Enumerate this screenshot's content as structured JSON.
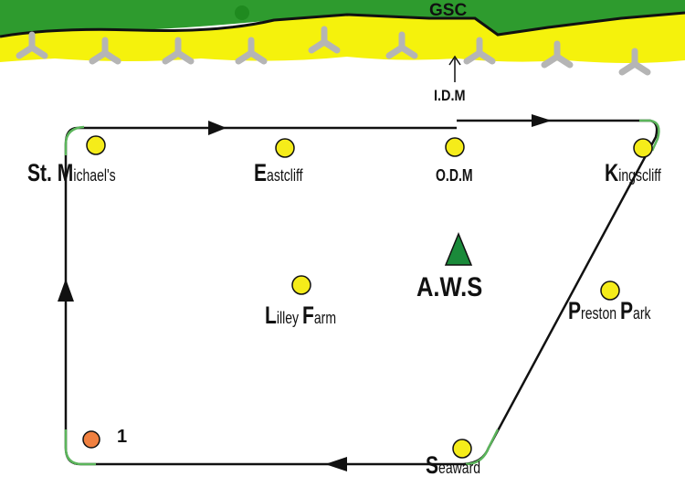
{
  "map": {
    "edge_label": "GSC",
    "colors": {
      "ground": "#2e9b2e",
      "beach": "#f5f20c",
      "circuit": "#111111",
      "corner_highlight": "#5bb55b",
      "waypoint": "#f5ec1a",
      "start_marker": "#f08040",
      "aws_marker": "#1a8a3a",
      "turbine": "#b5b5b5"
    },
    "markers": {
      "start": {
        "label": "1"
      },
      "aws": {
        "label": "A.W.S"
      },
      "idm": {
        "label": "I.D.M"
      }
    },
    "waypoints": [
      {
        "name": "St. Michael's",
        "parts": [
          [
            "St. ",
            "big"
          ],
          [
            "M",
            "big"
          ],
          [
            "ichael's",
            "small"
          ]
        ]
      },
      {
        "name": "Eastcliff",
        "parts": [
          [
            "E",
            "big"
          ],
          [
            "astcliff",
            "small"
          ]
        ]
      },
      {
        "name": "O.D.M",
        "parts": [
          [
            "O.D.M",
            "small"
          ]
        ]
      },
      {
        "name": "Kingscliff",
        "parts": [
          [
            "K",
            "big"
          ],
          [
            "ingscliff",
            "small"
          ]
        ]
      },
      {
        "name": "Lilley Farm",
        "parts": [
          [
            "L",
            "big"
          ],
          [
            "illey ",
            "small"
          ],
          [
            "F",
            "big"
          ],
          [
            "arm",
            "small"
          ]
        ]
      },
      {
        "name": "Preston Park",
        "parts": [
          [
            "P",
            "big"
          ],
          [
            "reston ",
            "small"
          ],
          [
            "P",
            "big"
          ],
          [
            "ark",
            "small"
          ]
        ]
      },
      {
        "name": "Seaward",
        "parts": [
          [
            "S",
            "big"
          ],
          [
            "eaward",
            "small"
          ]
        ]
      }
    ]
  }
}
